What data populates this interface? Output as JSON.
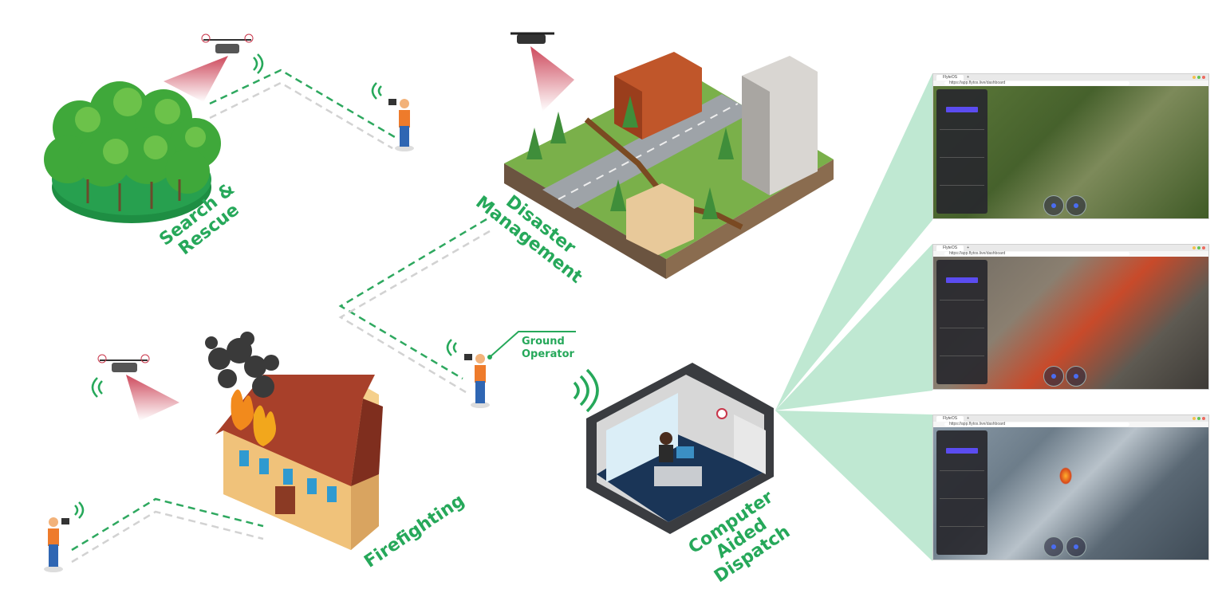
{
  "labels": {
    "search_rescue": "Search &\nRescue",
    "disaster_management": "Disaster\nManagement",
    "firefighting": "Firefighting",
    "computer_aided_dispatch": "Computer\nAided\nDispatch",
    "ground_operator": "Ground\nOperator"
  },
  "browser_windows": [
    {
      "tab": "FlyteOS",
      "url": "https://app.flytos.live/dashboard"
    },
    {
      "tab": "FlyteOS",
      "url": "https://app.flytos.live/dashboard"
    },
    {
      "tab": "FlyteOS",
      "url": "https://app.flytos.live/dashboard"
    }
  ],
  "colors": {
    "accent_green": "#26a85a",
    "fan_green": "#bfe8d2",
    "dash_gray": "#cfcfcf",
    "signal_red": "#c8354a"
  }
}
